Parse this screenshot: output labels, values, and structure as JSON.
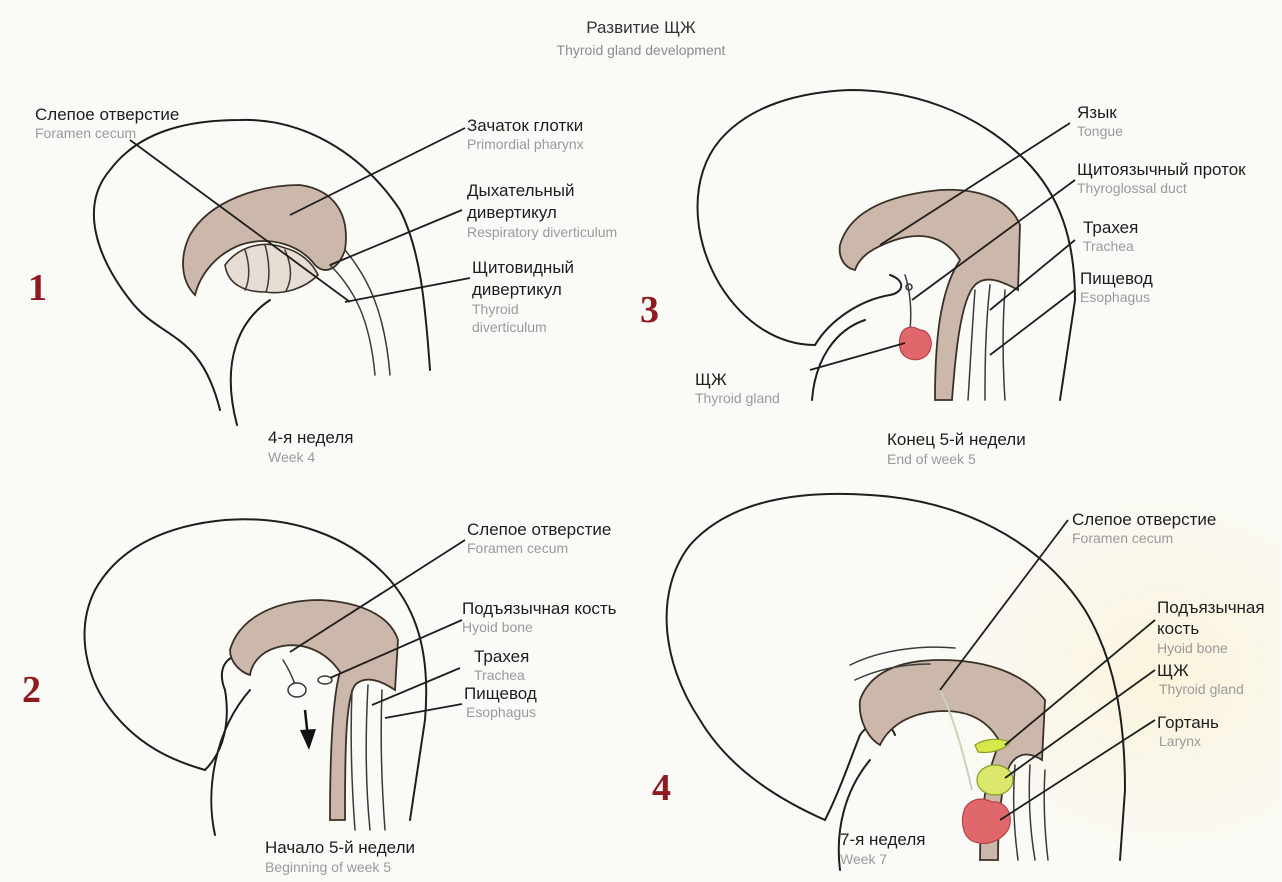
{
  "title": {
    "ru": "Развитие ЩЖ",
    "en": "Thyroid gland development"
  },
  "panels": [
    {
      "number": "1",
      "caption": {
        "ru": "4-я неделя",
        "en": "Week 4"
      },
      "labels": [
        {
          "ru": "Слепое отверстие",
          "en": "Foramen cecum"
        },
        {
          "ru": "Зачаток глотки",
          "en": "Primordial pharynx"
        },
        {
          "ru": "Дыхательный",
          "ru2": "дивертикул",
          "en": "Respiratory diverticulum"
        },
        {
          "ru": "Щитовидный",
          "ru2": "дивертикул",
          "en": "Thyroid",
          "en2": "diverticulum"
        }
      ]
    },
    {
      "number": "2",
      "caption": {
        "ru": "Начало 5-й недели",
        "en": "Beginning of week 5"
      },
      "labels": [
        {
          "ru": "Слепое отверстие",
          "en": "Foramen cecum"
        },
        {
          "ru": "Подъязычная кость",
          "en": "Hyoid bone"
        },
        {
          "ru": "Трахея",
          "en": "Trachea"
        },
        {
          "ru": "Пищевод",
          "en": "Esophagus"
        }
      ]
    },
    {
      "number": "3",
      "caption": {
        "ru": "Конец 5-й недели",
        "en": "End of week 5"
      },
      "labels": [
        {
          "ru": "Язык",
          "en": "Tongue"
        },
        {
          "ru": "Щитоязычный проток",
          "en": "Thyroglossal duct"
        },
        {
          "ru": "Трахея",
          "en": "Trachea"
        },
        {
          "ru": "Пищевод",
          "en": "Esophagus"
        },
        {
          "ru": "ЩЖ",
          "en": "Thyroid gland"
        }
      ]
    },
    {
      "number": "4",
      "caption": {
        "ru": "7-я неделя",
        "en": "Week 7"
      },
      "labels": [
        {
          "ru": "Слепое отверстие",
          "en": "Foramen cecum"
        },
        {
          "ru": "Подъязычная",
          "ru2": "кость",
          "en": "Hyoid bone"
        },
        {
          "ru": "ЩЖ",
          "en": "Thyroid gland"
        },
        {
          "ru": "Гортань",
          "en": "Larynx"
        }
      ]
    }
  ],
  "colors": {
    "number": "#8e1a22",
    "tissue": "#cbb8aa",
    "thyroid": "#e0686c",
    "hyoid": "#d8e84a"
  }
}
